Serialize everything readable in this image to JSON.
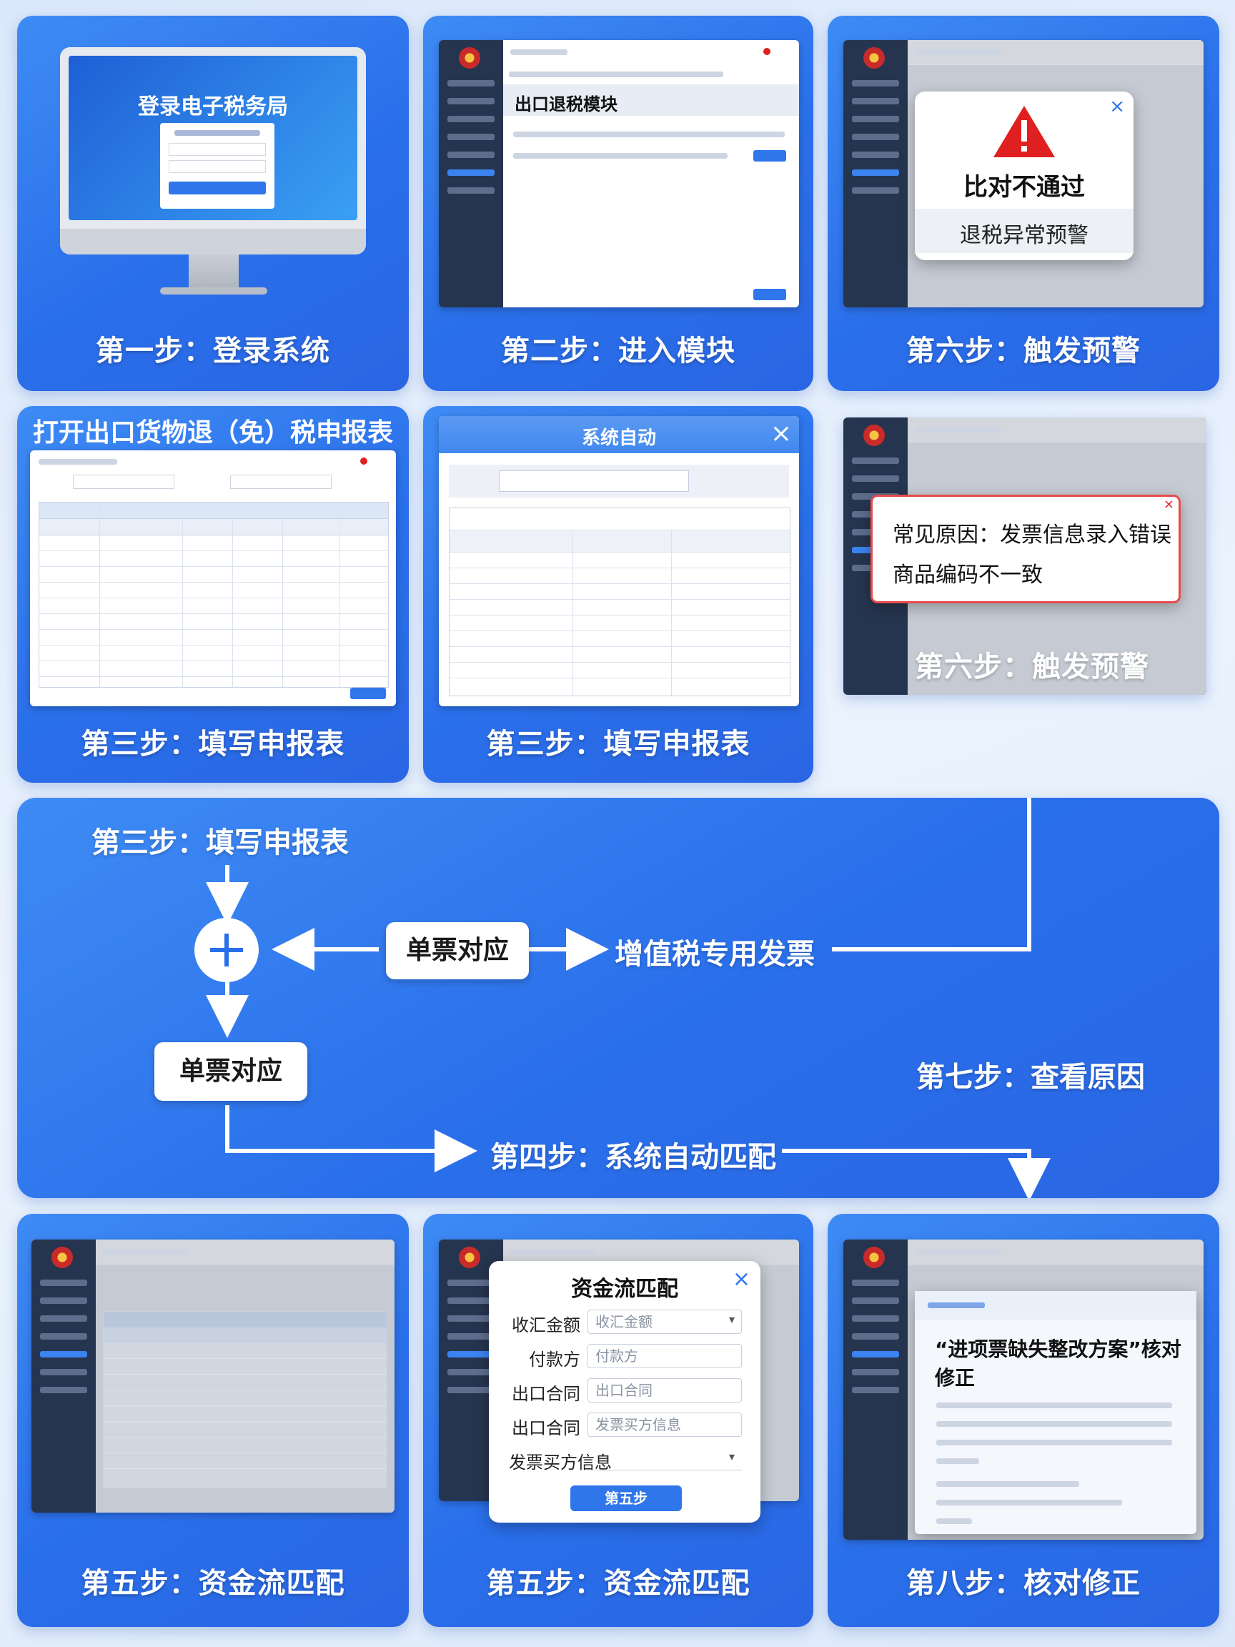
{
  "steps": {
    "step1": "第一步：登录系统",
    "step2": "第二步：进入模块",
    "step3": "第三步：填写申报表",
    "step4": "第四步：系统自动匹配",
    "step5": "第五步：资金流匹配",
    "step6": "第六步：触发预警",
    "step7": "第七步：查看原因",
    "step8": "第八步：核对修正"
  },
  "login": {
    "title": "登录电子税务局"
  },
  "module": {
    "title": "出口退税模块"
  },
  "declaration": {
    "banner": "打开出口货物退（免）税申报表"
  },
  "auto_match": {
    "title": "系统自动"
  },
  "warning": {
    "title": "比对不通过",
    "subtitle": "退税异常预警"
  },
  "reason": {
    "line1": "常见原因：发票信息录入错误",
    "line2": "商品编码不一致"
  },
  "flow": {
    "match_box": "单票对应",
    "invoice": "增值税专用发票",
    "match_box2": "单票对应"
  },
  "fund_flow": {
    "title": "资金流匹配",
    "fields": [
      {
        "label": "收汇金额",
        "value": "收汇金额",
        "dropdown": true
      },
      {
        "label": "付款方",
        "value": "付款方",
        "dropdown": false
      },
      {
        "label": "出口合同",
        "value": "出口合同",
        "dropdown": false
      },
      {
        "label": "出口合同",
        "value": "发票买方信息",
        "dropdown": false
      },
      {
        "label": "发票买方信息",
        "value": "",
        "dropdown": true
      }
    ],
    "button": "第五步"
  },
  "correction": {
    "heading": "“进项票缺失整改方案”核对修正"
  },
  "colors": {
    "accent": "#2a6fea",
    "warning": "#e02020",
    "dark_sidebar": "#26354f"
  }
}
